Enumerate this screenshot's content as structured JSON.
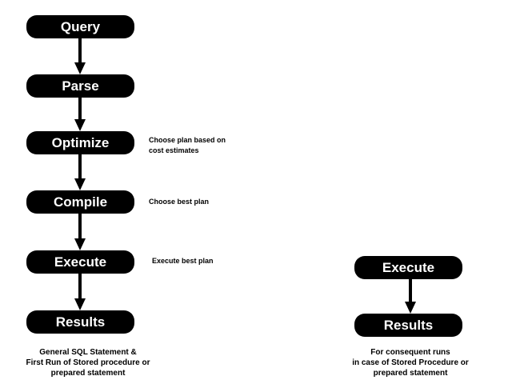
{
  "left_flow": {
    "steps": [
      "Query",
      "Parse",
      "Optimize",
      "Compile",
      "Execute",
      "Results"
    ],
    "notes": {
      "optimize": [
        "Choose plan based on",
        "cost estimates"
      ],
      "compile": [
        "Choose best plan"
      ],
      "execute": [
        "Execute best plan"
      ]
    },
    "caption": [
      "General SQL Statement &",
      "First Run of Stored procedure or",
      "prepared statement"
    ]
  },
  "right_flow": {
    "steps": [
      "Execute",
      "Results"
    ],
    "caption": [
      "For consequent runs",
      "in case of Stored Procedure or",
      "prepared statement"
    ]
  },
  "colors": {
    "node_fill": "#000000",
    "node_text": "#ffffff",
    "arrow": "#000000"
  }
}
